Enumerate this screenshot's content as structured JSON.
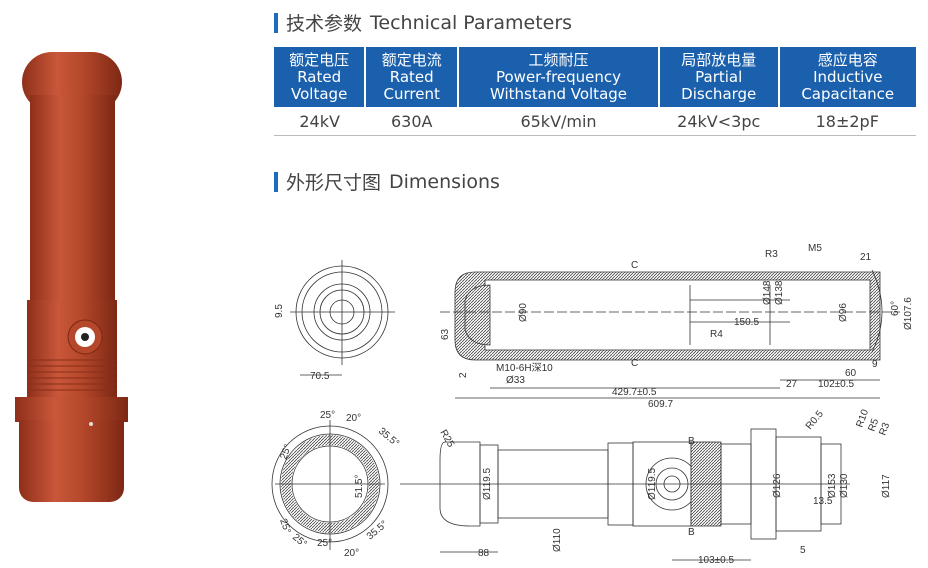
{
  "params_section": {
    "title_zh": "技术参数",
    "title_en": "Technical Parameters"
  },
  "params_table": {
    "headers": [
      {
        "zh": "额定电压",
        "en1": "Rated",
        "en2": "Voltage"
      },
      {
        "zh": "额定电流",
        "en1": "Rated",
        "en2": "Current"
      },
      {
        "zh": "工频耐压",
        "en1": "Power-frequency",
        "en2": "Withstand Voltage"
      },
      {
        "zh": "局部放电量",
        "en1": "Partial",
        "en2": "Discharge"
      },
      {
        "zh": "感应电容",
        "en1": "Inductive",
        "en2": "Capacitance"
      }
    ],
    "values": [
      "24kV",
      "630A",
      "65kV/min",
      "24kV<3pc",
      "18±2pF"
    ]
  },
  "dims_section": {
    "title_zh": "外形尺寸图",
    "title_en": "Dimensions"
  },
  "colors": {
    "accent": "#1b60ad",
    "product": "#b5482b"
  },
  "drawing_labels": {
    "front": {
      "d1": "9.5",
      "d2": "70.5"
    },
    "section": {
      "c1": "C",
      "c2": "C",
      "r3": "R3",
      "m5": "M5",
      "d21": "21",
      "d148": "Ø148",
      "d138": "Ø138",
      "d90": "Ø90",
      "d1505": "150.5",
      "d96": "Ø96",
      "a60": "60°",
      "d1076": "Ø107.6",
      "r4": "R4",
      "d63": "63",
      "d2": "2",
      "m10": "M10-6H深10",
      "d33": "Ø33",
      "d4297": "429.7±0.5",
      "d6097": "609.7",
      "d27": "27",
      "d102": "102±0.5",
      "d60": "60",
      "d9": "9"
    },
    "csection": {
      "a1": "25°",
      "a2": "20°",
      "a3": "35.5°",
      "a4": "25°",
      "a5": "51.5°",
      "a6": "25°",
      "a7": "25°",
      "a8": "25°",
      "a9": "20°",
      "a10": "35.5°"
    },
    "side": {
      "r25": "R25",
      "d1195a": "Ø119.5",
      "d110": "Ø110",
      "d1195b": "Ø119.5",
      "b1": "B",
      "b2": "B",
      "d126": "Ø126",
      "r05": "R0.5",
      "r10": "R10",
      "r5": "R5",
      "r3": "R3",
      "d153": "Ø153",
      "d130": "Ø130",
      "d117": "Ø117",
      "d135": "13.5",
      "d5": "5",
      "d88": "88",
      "d103": "103±0.5"
    }
  }
}
